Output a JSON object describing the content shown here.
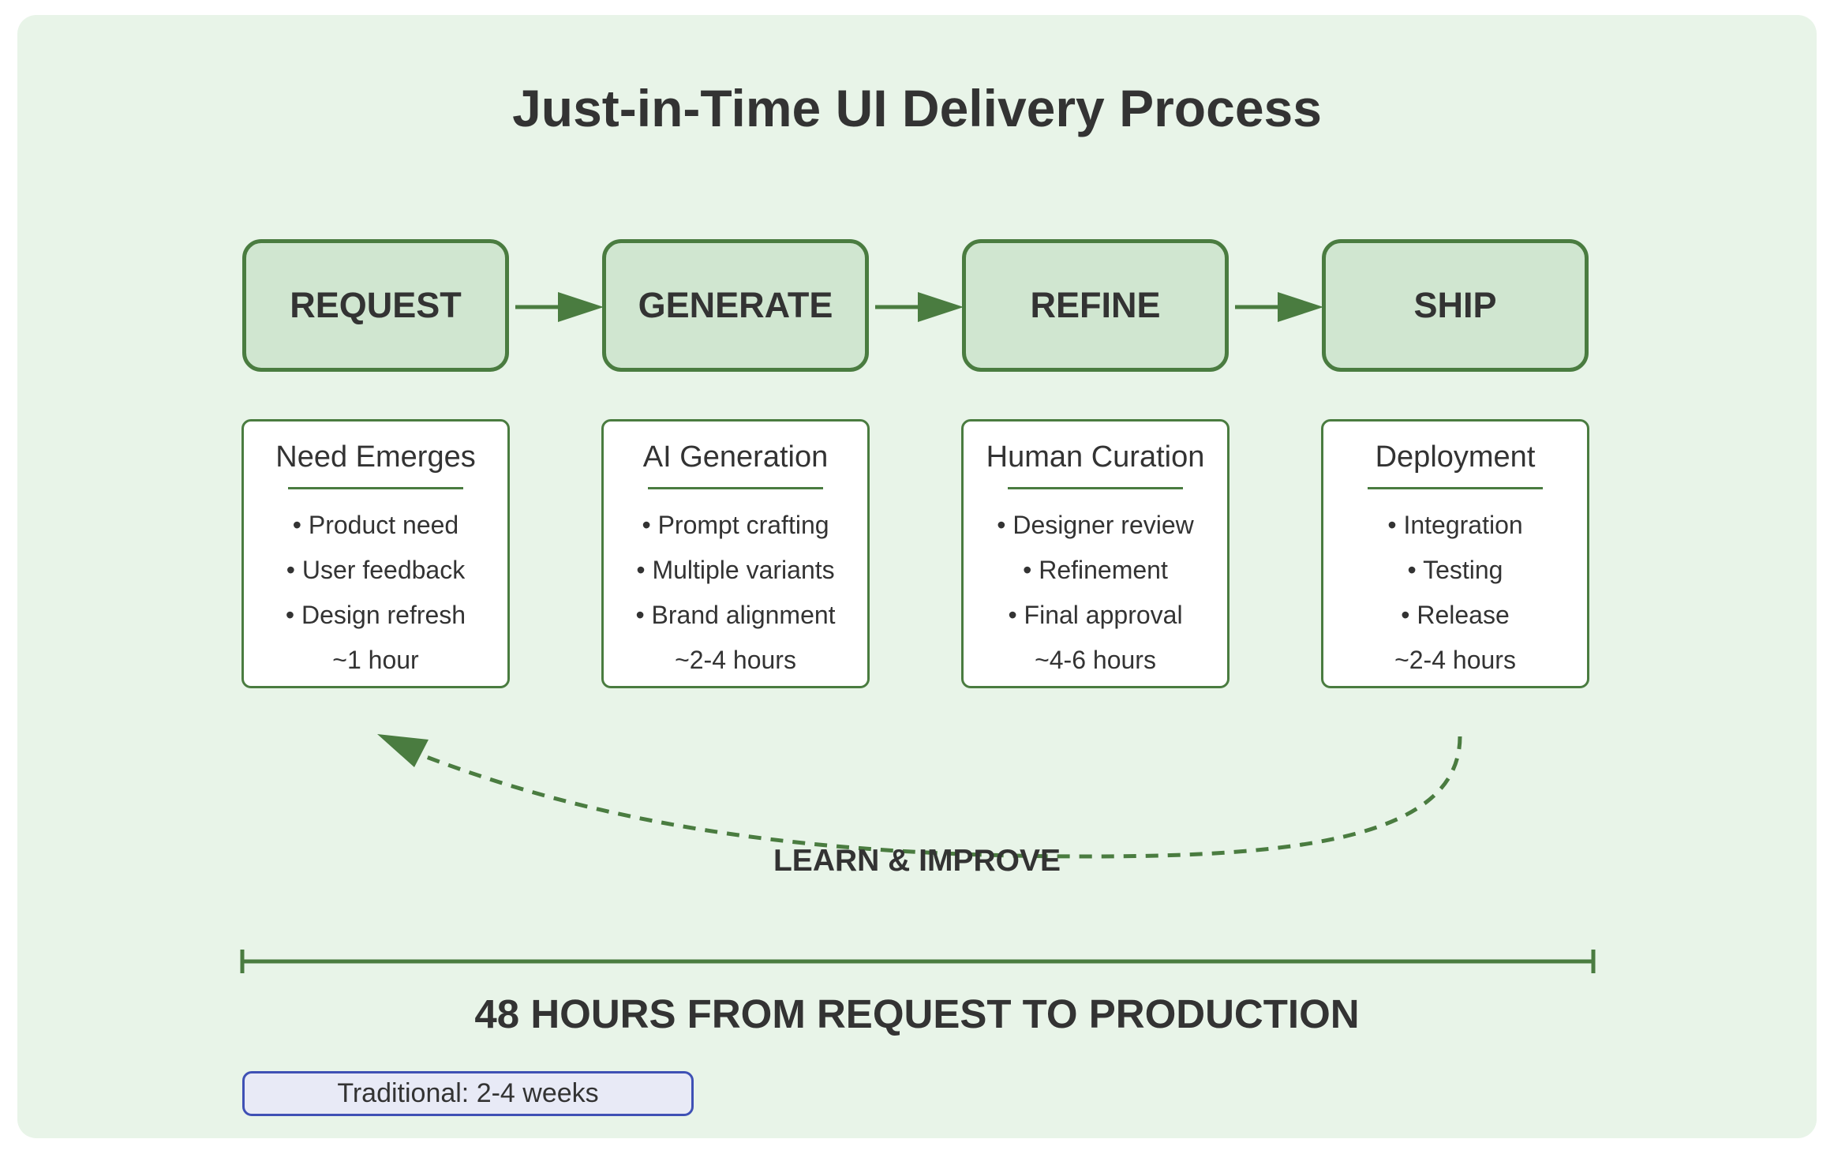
{
  "title": "Just-in-Time UI Delivery Process",
  "stages": [
    {
      "label": "REQUEST",
      "detail_title": "Need Emerges",
      "items": [
        "• Product need",
        "• User feedback",
        "• Design refresh"
      ],
      "duration": "~1 hour"
    },
    {
      "label": "GENERATE",
      "detail_title": "AI Generation",
      "items": [
        "• Prompt crafting",
        "• Multiple variants",
        "• Brand alignment"
      ],
      "duration": "~2-4 hours"
    },
    {
      "label": "REFINE",
      "detail_title": "Human Curation",
      "items": [
        "• Designer review",
        "• Refinement",
        "• Final approval"
      ],
      "duration": "~4-6 hours"
    },
    {
      "label": "SHIP",
      "detail_title": "Deployment",
      "items": [
        "• Integration",
        "• Testing",
        "• Release"
      ],
      "duration": "~2-4 hours"
    }
  ],
  "loop_label": "LEARN & IMPROVE",
  "timeline_label": "48 HOURS FROM REQUEST TO PRODUCTION",
  "traditional_label": "Traditional: 2-4 weeks",
  "colors": {
    "panel_bg": "#e8f4e8",
    "stage_fill": "#d0e6d0",
    "accent": "#4a7c40",
    "text": "#333333",
    "traditional_fill": "#e8eaf6",
    "traditional_border": "#3f51b5"
  }
}
